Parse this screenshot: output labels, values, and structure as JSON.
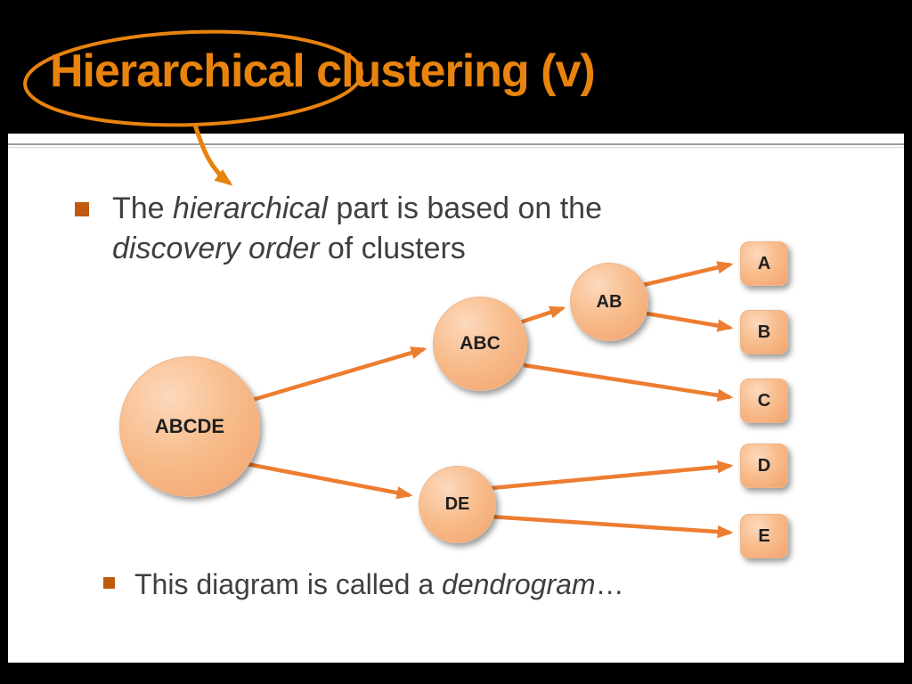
{
  "title": "Hierarchical clustering (v)",
  "bullet_main": {
    "l1s1": "The ",
    "l1s2": "hierarchical",
    "l1s3": " part is based on the",
    "l2s1": "discovery order",
    "l2s2": " of clusters"
  },
  "bullet_sub": {
    "s1": "This diagram is called a ",
    "s2": "dendrogram",
    "s3": "…"
  },
  "diagram": {
    "nodes": {
      "abcde": "ABCDE",
      "abc": "ABC",
      "ab": "AB",
      "de": "DE",
      "a": "A",
      "b": "B",
      "c": "C",
      "d": "D",
      "e": "E"
    },
    "edges": [
      [
        "ABCDE",
        "ABC"
      ],
      [
        "ABCDE",
        "DE"
      ],
      [
        "ABC",
        "AB"
      ],
      [
        "ABC",
        "C"
      ],
      [
        "AB",
        "A"
      ],
      [
        "AB",
        "B"
      ],
      [
        "DE",
        "D"
      ],
      [
        "DE",
        "E"
      ]
    ]
  },
  "colors": {
    "title_orange": "#E8830E",
    "arrow_orange": "#ED7D31",
    "bullet_marker": "#C05A11",
    "node_fill": "#F5AD78",
    "header_background": "#000000"
  }
}
